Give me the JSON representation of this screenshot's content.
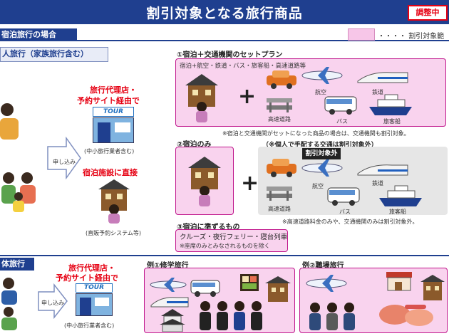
{
  "header": {
    "title": "割引対象となる旅行商品",
    "badge": "調整中"
  },
  "legend": {
    "text": "・・・・ 割引対象範"
  },
  "section1": {
    "title": "宿泊旅行の場合",
    "subtitle": "人旅行（家族旅行含む）",
    "apply": "申し込み",
    "route_agent_line1": "旅行代理店・",
    "route_agent_line2": "予約サイト経由で",
    "tour_label": "TOUR",
    "agent_note": "(中小旅行業者含む)",
    "route_direct": "宿泊施設に直接",
    "direct_note": "(直販予約システム等)",
    "plan1": {
      "heading": "①宿泊＋交通機関のセットプラン",
      "items": "宿泊+航空・鉄道・バス・旅客船・高速道路等",
      "labels": {
        "air": "航空",
        "rail": "鉄道",
        "highway": "高速道路",
        "bus": "バス",
        "ship": "旅客船"
      },
      "note": "※宿泊と交通機関がセットになった商品の場合は、交通機関も割引対象。"
    },
    "plan2": {
      "heading": "②宿泊のみ",
      "excluded_note": "（※個人で手配する交通は割引対象外）",
      "excluded_tag": "割引対象外",
      "labels": {
        "air": "航空",
        "rail": "鉄道",
        "highway": "高速道路",
        "bus": "バス",
        "ship": "旅客船"
      },
      "note": "※高速道路料金のみや、交通機関のみは割引対象外。"
    },
    "plan3": {
      "heading": "③宿泊に準ずるもの",
      "item": "クルーズ・夜行フェリー・寝台列車",
      "note": "※座席のみとみなされるものを除く"
    }
  },
  "section2": {
    "title": "体旅行",
    "route_agent_line1": "旅行代理店・",
    "route_agent_line2": "予約サイト経由で",
    "apply": "申し込み",
    "tour_label": "TOUR",
    "agent_note": "(中小旅行業者含む)",
    "example1": "例①修学旅行",
    "example2": "例②職場旅行"
  }
}
